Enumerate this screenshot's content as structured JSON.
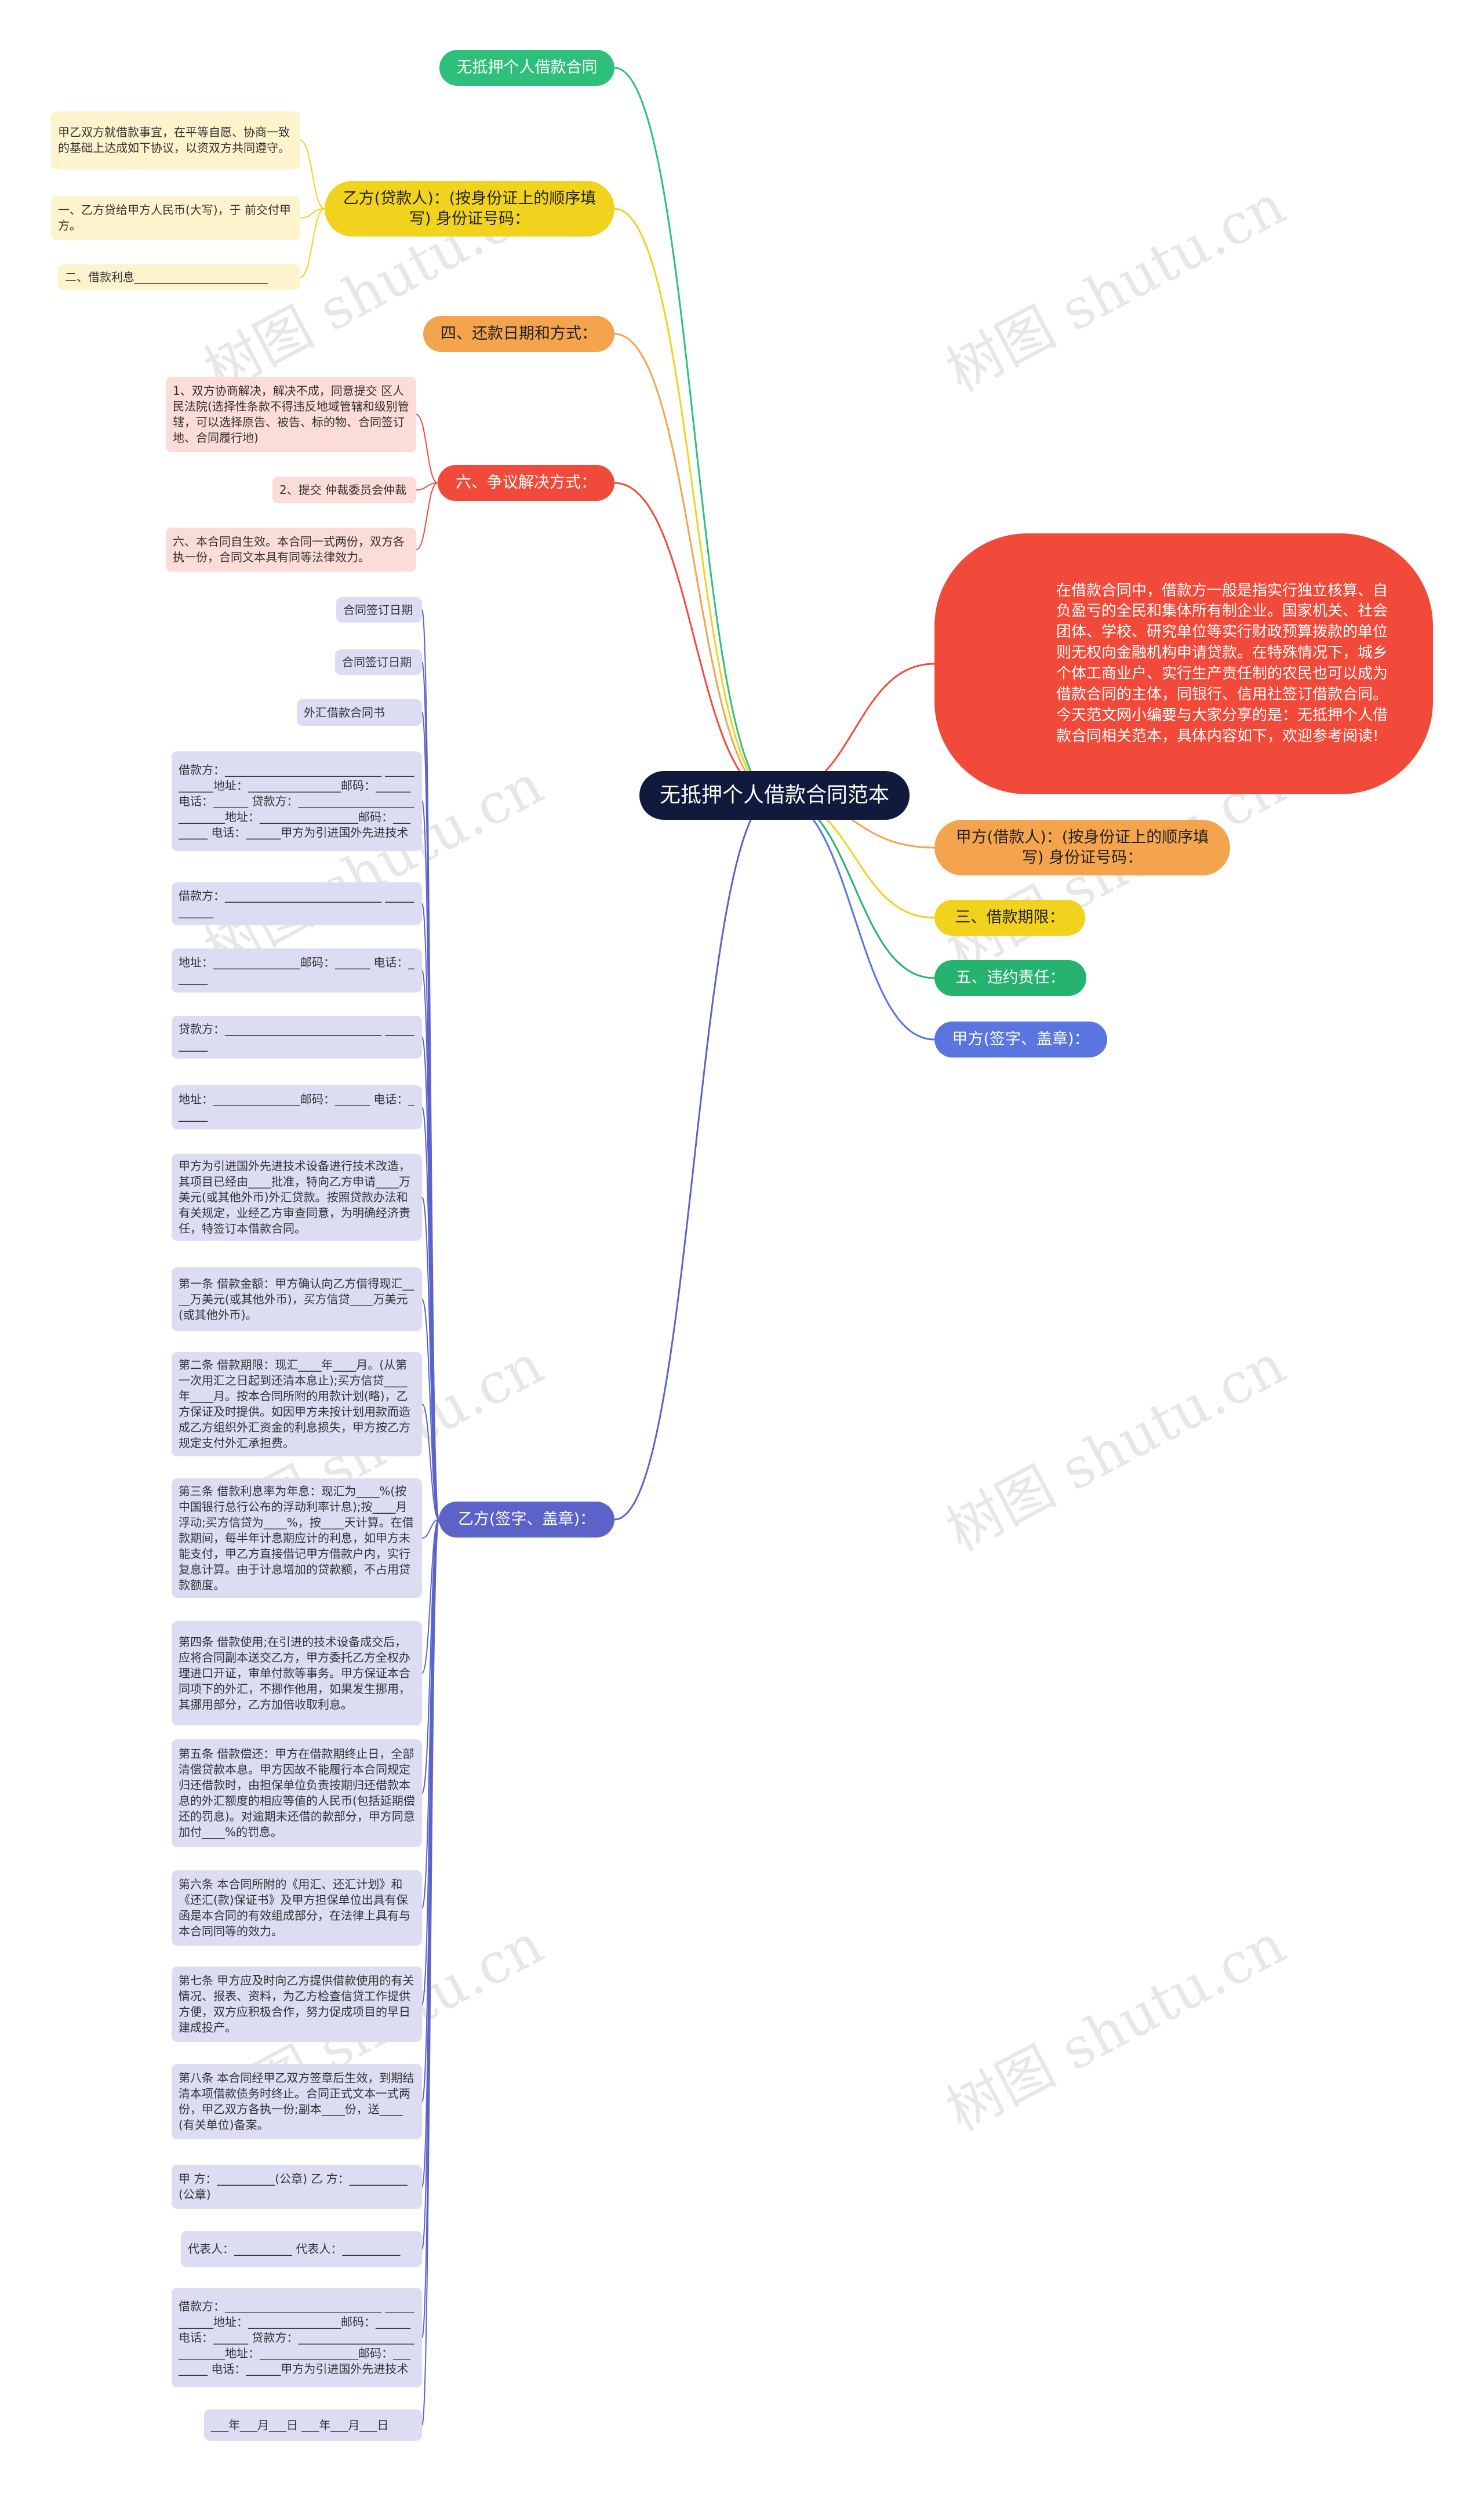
{
  "root": "无抵押个人借款合同范本",
  "intro": "在借款合同中，借款方一般是指实行独立核算、自负盈亏的全民和集体所有制企业。国家机关、社会团体、学校、研究单位等实行财政预算拨款的单位则无权向金融机构申请贷款。在特殊情况下，城乡个体工商业户、实行生产责任制的农民也可以成为借款合同的主体，同银行、信用社签订借款合同。今天范文网小编要与大家分享的是：无抵押个人借款合同相关范本，具体内容如下，欢迎参考阅读!",
  "left_branches": {
    "b1": "无抵押个人借款合同",
    "b2": "乙方(贷款人)：(按身份证上的顺序填写) 身份证号码：",
    "b3": "四、还款日期和方式：",
    "b4": "六、争议解决方式：",
    "b5": "乙方(签字、盖章)："
  },
  "right_branches": {
    "r1": "甲方(借款人)：(按身份证上的顺序填写) 身份证号码：",
    "r2": "三、借款期限：",
    "r3": "五、违约责任：",
    "r4": "甲方(签字、盖章)："
  },
  "b2_leaves": [
    "甲乙双方就借款事宜，在平等自愿、协商一致的基础上达成如下协议，以资双方共同遵守。",
    "一、乙方贷给甲方人民币(大写)，于 前交付甲方。",
    "二、借款利息_______________________"
  ],
  "b4_leaves": [
    "1、双方协商解决，解决不成，同意提交 区人民法院(选择性条款不得违反地域管辖和级别管辖，可以选择原告、被告、标的物、合同签订地、合同履行地)",
    "2、提交 仲裁委员会仲裁",
    "六、本合同自生效。本合同一式两份，双方各执一份，合同文本具有同等法律效力。"
  ],
  "b5_leaves": [
    "合同签订日期",
    "合同签订日期",
    "外汇借款合同书",
    "借款方：___________________________ ___________地址：________________邮码：______ 电话：______ 贷款方：____________________________地址：_________________邮码：________ 电话：______甲方为引进国外先进技术",
    "借款方：___________________________ ___________",
    "地址：_______________邮码：______ 电话：______",
    "贷款方：___________________________ __________",
    "地址：_______________邮码：______ 电话：______",
    "甲方为引进国外先进技术设备进行技术改造，其项目已经由____批准，特向乙方申请____万美元(或其他外币)外汇贷款。按照贷款办法和有关规定，业经乙方审查同意，为明确经济责任，特签订本借款合同。",
    "第一条 借款金额：甲方确认向乙方借得现汇____万美元(或其他外币)，买方信贷____万美元(或其他外币)。",
    "第二条 借款期限：现汇____年____月。(从第一次用汇之日起到还清本息止);买方信贷____年____月。按本合同所附的用款计划(略)，乙方保证及时提供。如因甲方未按计划用款而造成乙方组织外汇资金的利息损失，甲方按乙方规定支付外汇承担费。",
    "第三条 借款利息率为年息：现汇为____%(按中国银行总行公布的浮动利率计息);按____月浮动;买方信贷为____%，按____天计算。在借款期间，每半年计息期应计的利息，如甲方未能支付，甲乙方直接借记甲方借款户内，实行复息计算。由于计息增加的贷款额，不占用贷款额度。",
    "第四条 借款使用;在引进的技术设备成交后，应将合同副本送交乙方，甲方委托乙方全权办理进口开证，审单付款等事务。甲方保证本合同项下的外汇，不挪作他用，如果发生挪用，其挪用部分，乙方加倍收取利息。",
    "第五条 借款偿还：甲方在借款期终止日，全部清偿贷款本息。甲方因故不能履行本合同规定归还借款时，由担保单位负责按期归还借款本息的外汇额度的相应等值的人民币(包括延期偿还的罚息)。对逾期未还借的款部分，甲方同意加付____%的罚息。",
    "第六条 本合同所附的《用汇、还汇计划》和《还汇(款)保证书》及甲方担保单位出具有保函是本合同的有效组成部分，在法律上具有与本合同同等的效力。",
    "第七条 甲方应及时向乙方提供借款使用的有关情况、报表、资料，为乙方检查信贷工作提供方便，双方应积极合作，努力促成项目的早日建成投产。",
    "第八条 本合同经甲乙双方签章后生效，到期结清本项借款债务时终止。合同正式文本一式两份，甲乙双方各执一份;副本____份，送____(有关单位)备案。",
    "甲 方：__________(公章) 乙 方：__________(公章)",
    "代表人：__________ 代表人：__________",
    "借款方：___________________________ ___________地址：________________邮码：______ 电话：______ 贷款方：____________________________地址：_________________邮码：________ 电话：______甲方为引进国外先进技术",
    "___年___月___日 ___年___月___日"
  ],
  "watermark": "树图 shutu.cn",
  "colors": {
    "green": "#2ec07a",
    "yellow": "#f1d21c",
    "orange": "#f4a44c",
    "red": "#f24a3a",
    "indigo": "#5b63c9",
    "blue": "#5a74e0",
    "teal": "#25b36f",
    "leaf_yellow": "#fdf3cc",
    "leaf_red": "#fcdcd6",
    "leaf_purple": "#dcdcf3"
  }
}
